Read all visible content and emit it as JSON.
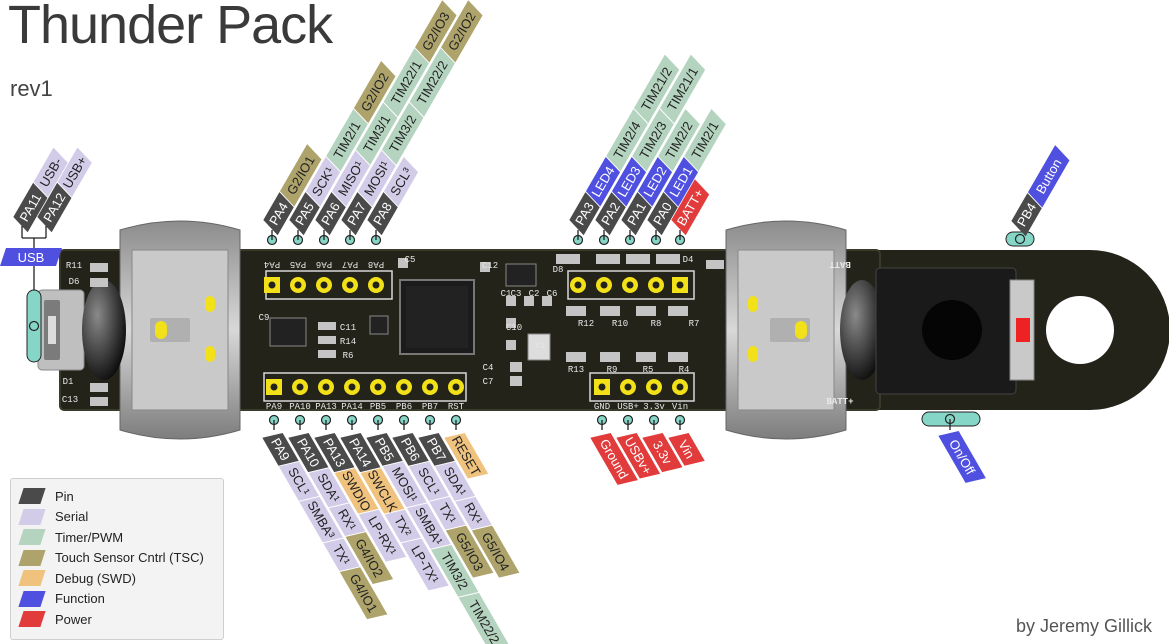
{
  "header": {
    "title": "Thunder Pack",
    "subtitle": "rev1"
  },
  "credit": "by Jeremy Gillick",
  "colors": {
    "pin": "#4a4a4a",
    "serial": "#d3cce8",
    "timer": "#b5d4bf",
    "tsc": "#ada36b",
    "debug": "#efc27e",
    "function": "#4f4fe0",
    "power": "#e23b3b",
    "board": "#23231a",
    "connector": "#86d6c8"
  },
  "legend": [
    {
      "label": "Pin",
      "category": "pin"
    },
    {
      "label": "Serial",
      "category": "serial"
    },
    {
      "label": "Timer/PWM",
      "category": "timer"
    },
    {
      "label": "Touch Sensor Cntrl (TSC)",
      "category": "tsc"
    },
    {
      "label": "Debug (SWD)",
      "category": "debug"
    },
    {
      "label": "Function",
      "category": "function"
    },
    {
      "label": "Power",
      "category": "power"
    }
  ],
  "usb_group": {
    "label": "USB",
    "pins": [
      {
        "tags": [
          {
            "text": "PA11",
            "category": "pin"
          },
          {
            "text": "USB-",
            "category": "serial"
          }
        ]
      },
      {
        "tags": [
          {
            "text": "PA12",
            "category": "pin"
          },
          {
            "text": "USB+",
            "category": "serial"
          }
        ]
      }
    ]
  },
  "top_left_pins": [
    {
      "tags": [
        {
          "text": "PA4",
          "category": "pin"
        },
        {
          "text": "G2/IO1",
          "category": "tsc"
        }
      ]
    },
    {
      "tags": [
        {
          "text": "PA5",
          "category": "pin"
        },
        {
          "text": "SCK¹",
          "category": "serial"
        },
        {
          "text": "TIM2/1",
          "category": "timer"
        },
        {
          "text": "G2/IO2",
          "category": "tsc"
        }
      ]
    },
    {
      "tags": [
        {
          "text": "PA6",
          "category": "pin"
        },
        {
          "text": "MISO¹",
          "category": "serial"
        },
        {
          "text": "TIM3/1",
          "category": "timer"
        },
        {
          "text": "TIM22/1",
          "category": "timer"
        },
        {
          "text": "G2/IO3",
          "category": "tsc"
        }
      ]
    },
    {
      "tags": [
        {
          "text": "PA7",
          "category": "pin"
        },
        {
          "text": "MOSI¹",
          "category": "serial"
        },
        {
          "text": "TIM3/2",
          "category": "timer"
        },
        {
          "text": "TIM22/2",
          "category": "timer"
        },
        {
          "text": "G2/IO2",
          "category": "tsc"
        }
      ]
    },
    {
      "tags": [
        {
          "text": "PA8",
          "category": "pin"
        },
        {
          "text": "SCL³",
          "category": "serial"
        }
      ]
    }
  ],
  "top_right_pins": [
    {
      "tags": [
        {
          "text": "PA3",
          "category": "pin"
        },
        {
          "text": "LED4",
          "category": "function"
        },
        {
          "text": "TIM2/4",
          "category": "timer"
        },
        {
          "text": "TIM21/2",
          "category": "timer"
        }
      ]
    },
    {
      "tags": [
        {
          "text": "PA2",
          "category": "pin"
        },
        {
          "text": "LED3",
          "category": "function"
        },
        {
          "text": "TIM2/3",
          "category": "timer"
        },
        {
          "text": "TIM21/1",
          "category": "timer"
        }
      ]
    },
    {
      "tags": [
        {
          "text": "PA1",
          "category": "pin"
        },
        {
          "text": "LED2",
          "category": "function"
        },
        {
          "text": "TIM2/2",
          "category": "timer"
        }
      ]
    },
    {
      "tags": [
        {
          "text": "PA0",
          "category": "pin"
        },
        {
          "text": "LED1",
          "category": "function"
        },
        {
          "text": "TIM2/1",
          "category": "timer"
        }
      ]
    },
    {
      "tags": [
        {
          "text": "BATT+",
          "category": "power"
        }
      ]
    }
  ],
  "button_pin": {
    "tags": [
      {
        "text": "PB4",
        "category": "pin"
      },
      {
        "text": "Button",
        "category": "function"
      }
    ]
  },
  "bottom_left_pins": [
    {
      "tags": [
        {
          "text": "PA9",
          "category": "pin"
        },
        {
          "text": "SCL¹",
          "category": "serial"
        },
        {
          "text": "SMBA³",
          "category": "serial"
        },
        {
          "text": "TX¹",
          "category": "serial"
        },
        {
          "text": "G4/IO1",
          "category": "tsc"
        }
      ]
    },
    {
      "tags": [
        {
          "text": "PA10",
          "category": "pin"
        },
        {
          "text": "SDA¹",
          "category": "serial"
        },
        {
          "text": "RX¹",
          "category": "serial"
        },
        {
          "text": "G4/IO2",
          "category": "tsc"
        }
      ]
    },
    {
      "tags": [
        {
          "text": "PA13",
          "category": "pin"
        },
        {
          "text": "SWDIO",
          "category": "debug"
        },
        {
          "text": "LP-RX¹",
          "category": "serial"
        }
      ]
    },
    {
      "tags": [
        {
          "text": "PA14",
          "category": "pin"
        },
        {
          "text": "SWCLK",
          "category": "debug"
        },
        {
          "text": "TX²",
          "category": "serial"
        },
        {
          "text": "LP-TX¹",
          "category": "serial"
        }
      ]
    },
    {
      "tags": [
        {
          "text": "PB5",
          "category": "pin"
        },
        {
          "text": "MOSI¹",
          "category": "serial"
        },
        {
          "text": "SMBA¹",
          "category": "serial"
        },
        {
          "text": "TIM3/2",
          "category": "timer"
        },
        {
          "text": "TIM22/2",
          "category": "timer"
        }
      ]
    },
    {
      "tags": [
        {
          "text": "PB6",
          "category": "pin"
        },
        {
          "text": "SCL¹",
          "category": "serial"
        },
        {
          "text": "TX¹",
          "category": "serial"
        },
        {
          "text": "G5/IO3",
          "category": "tsc"
        }
      ]
    },
    {
      "tags": [
        {
          "text": "PB7",
          "category": "pin"
        },
        {
          "text": "SDA¹",
          "category": "serial"
        },
        {
          "text": "RX¹",
          "category": "serial"
        },
        {
          "text": "G5/IO4",
          "category": "tsc"
        }
      ]
    },
    {
      "tags": [
        {
          "text": "RESET",
          "category": "debug"
        }
      ]
    }
  ],
  "bottom_right_pins": [
    {
      "tags": [
        {
          "text": "Ground",
          "category": "power"
        }
      ]
    },
    {
      "tags": [
        {
          "text": "USBv+",
          "category": "power"
        }
      ]
    },
    {
      "tags": [
        {
          "text": "3.3v",
          "category": "power"
        }
      ]
    },
    {
      "tags": [
        {
          "text": "Vin",
          "category": "power"
        }
      ]
    }
  ],
  "switch_pin": {
    "tags": [
      {
        "text": "On/Off",
        "category": "function"
      }
    ]
  },
  "silkscreen": {
    "top_left_header": [
      "PA4",
      "PA5",
      "PA6",
      "PA7",
      "PA8"
    ],
    "bottom_left_header": [
      "PA9",
      "PA10",
      "PA13",
      "PA14",
      "PB5",
      "PB6",
      "PB7",
      "RST"
    ],
    "bottom_right_header": [
      "GND",
      "USB+",
      "3.3v",
      "Vin"
    ],
    "batt_plus": "BATT+",
    "batt_top": "BATT",
    "components": [
      "R11",
      "D6",
      "D1",
      "C13",
      "C9",
      "C11",
      "R14",
      "R6",
      "C5",
      "C12",
      "C10",
      "C4",
      "C7",
      "C3",
      "C2",
      "C6",
      "C1",
      "Y1",
      "D8",
      "D4",
      "R12",
      "R10",
      "R8",
      "R7",
      "R13",
      "R9",
      "R5",
      "R4"
    ]
  }
}
